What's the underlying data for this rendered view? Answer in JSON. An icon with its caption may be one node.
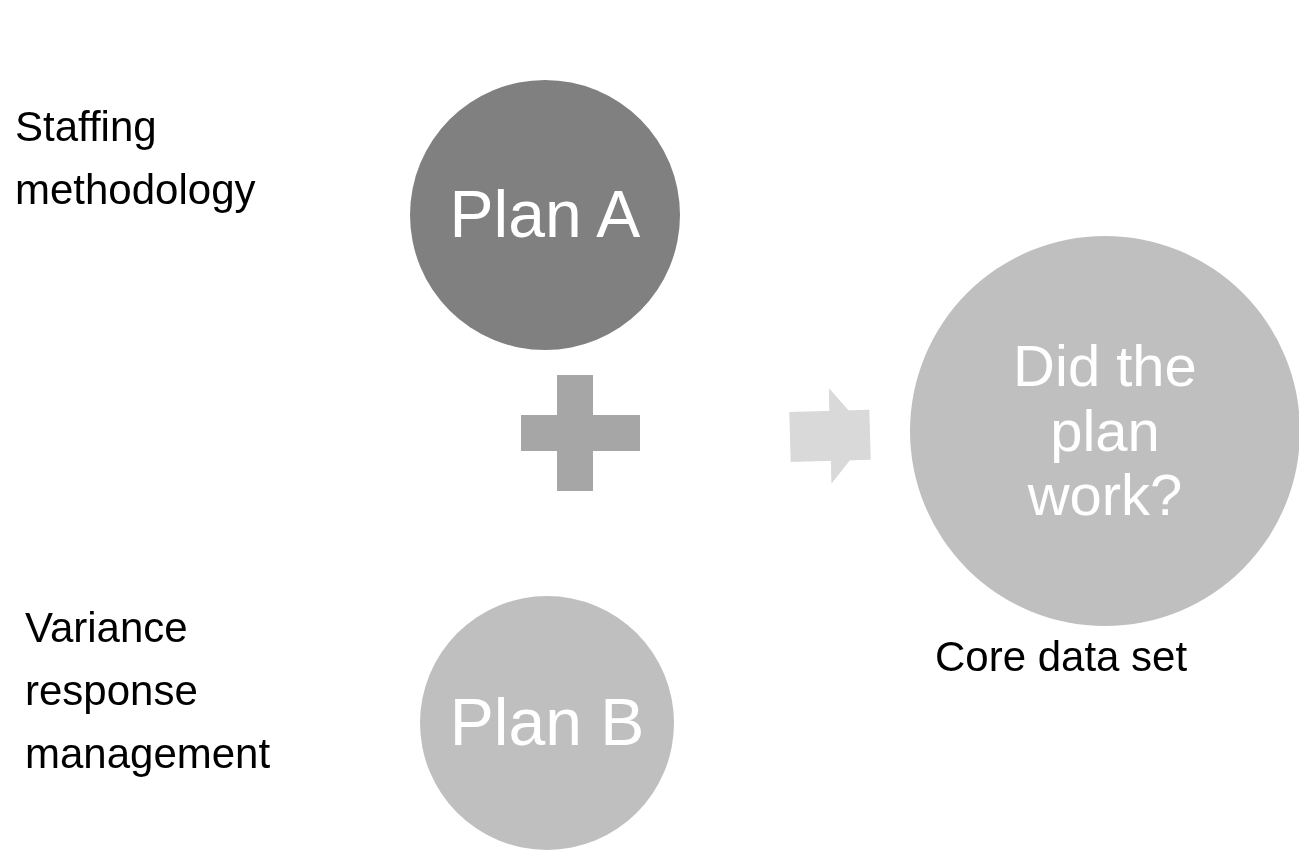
{
  "diagram": {
    "nodes": [
      {
        "text": [
          "Plan A"
        ],
        "beside": [
          "Staffing methodology"
        ]
      },
      {
        "text": [
          "Plan B"
        ],
        "beside": [
          "Variance response management"
        ]
      },
      {
        "text": [
          "Did the plan work?"
        ],
        "beside": [
          "Core data set"
        ]
      }
    ],
    "edges": [
      {
        "from": null,
        "to": 2,
        "arrow": "to"
      }
    ]
  }
}
